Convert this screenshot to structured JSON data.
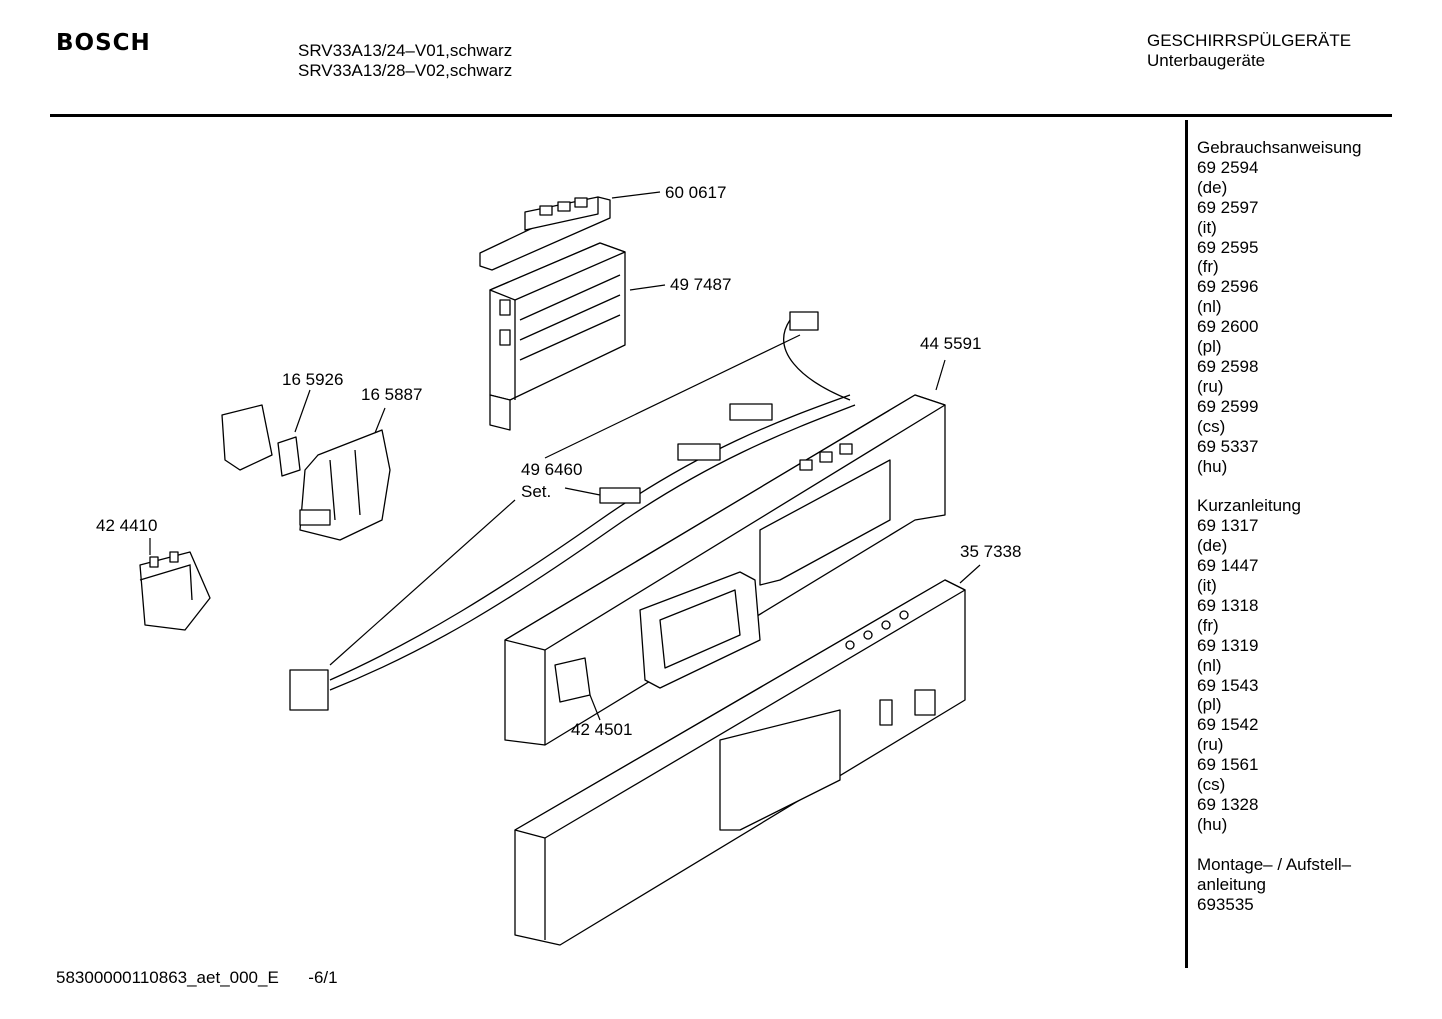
{
  "header": {
    "brand": "BOSCH",
    "model_line_1": "SRV33A13/24–V01,schwarz",
    "model_line_2": "SRV33A13/28–V02,schwarz",
    "category": "GESCHIRRSPÜLGERÄTE",
    "subcategory": "Unterbaugeräte"
  },
  "callouts": {
    "c600617": "60 0617",
    "c497487": "49 7487",
    "c445591": "44 5591",
    "c165926": "16 5926",
    "c165887": "16 5887",
    "c496460": "49 6460",
    "c496460_set": "Set.",
    "c424410": "42 4410",
    "c357338": "35 7338",
    "c424501": "42 4501"
  },
  "sidebar": {
    "manual_title": "Gebrauchsanweisung",
    "manual_items": [
      {
        "number": "69 2594",
        "lang": "(de)"
      },
      {
        "number": "69 2597",
        "lang": "(it)"
      },
      {
        "number": "69 2595",
        "lang": "(fr)"
      },
      {
        "number": "69 2596",
        "lang": "(nl)"
      },
      {
        "number": "69 2600",
        "lang": "(pl)"
      },
      {
        "number": "69 2598",
        "lang": "(ru)"
      },
      {
        "number": "69 2599",
        "lang": "(cs)"
      },
      {
        "number": "69 5337",
        "lang": "(hu)"
      }
    ],
    "short_title": "Kurzanleitung",
    "short_items": [
      {
        "number": "69 1317",
        "lang": "(de)"
      },
      {
        "number": "69 1447",
        "lang": "(it)"
      },
      {
        "number": "69 1318",
        "lang": "(fr)"
      },
      {
        "number": "69 1319",
        "lang": "(nl)"
      },
      {
        "number": "69 1543",
        "lang": "(pl)"
      },
      {
        "number": "69 1542",
        "lang": "(ru)"
      },
      {
        "number": "69 1561",
        "lang": "(cs)"
      },
      {
        "number": "69 1328",
        "lang": "(hu)"
      }
    ],
    "install_title_1": "Montage– / Aufstell–",
    "install_title_2": "anleitung",
    "install_number": "693535"
  },
  "footer": {
    "doc_id": "58300000110863_aet_000_E",
    "page": "-6/1"
  }
}
